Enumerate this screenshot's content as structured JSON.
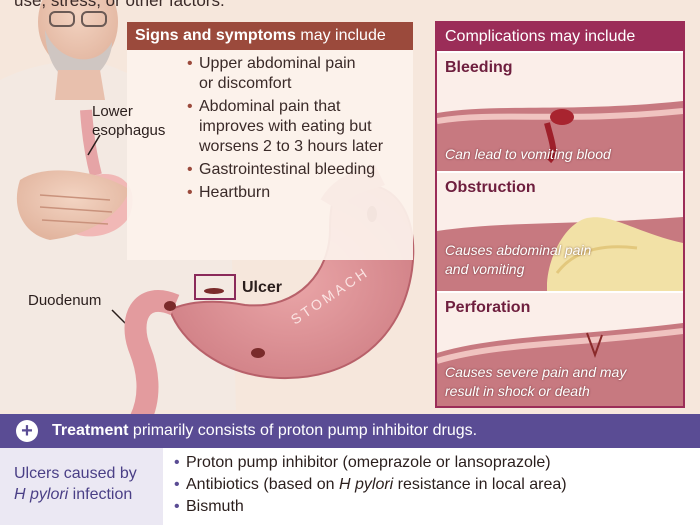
{
  "top_text": "use, stress, or other factors.",
  "signs": {
    "title_bold": "Signs and symptoms",
    "title_rest": " may include",
    "items": [
      "Upper abdominal pain or discomfort",
      "Abdominal pain that improves with eating but worsens 2 to 3 hours later",
      "Gastrointestinal bleeding",
      "Heartburn"
    ]
  },
  "labels": {
    "lower": "Lower",
    "esophagus": "esophagus",
    "duodenum": "Duodenum",
    "ulcer": "Ulcer",
    "stomach": "STOMACH"
  },
  "complications": {
    "title": "Complications may include",
    "panels": [
      {
        "title": "Bleeding",
        "caption_lines": [
          "Can lead to vomiting blood"
        ]
      },
      {
        "title": "Obstruction",
        "caption_lines": [
          "Causes abdominal pain",
          "and vomiting"
        ]
      },
      {
        "title": "Perforation",
        "caption_lines": [
          "Causes severe pain and may",
          "result in shock or death"
        ]
      }
    ]
  },
  "treatment": {
    "bold": "Treatment",
    "rest": " primarily consists of proton pump inhibitor drugs.",
    "cause_line1": "Ulcers caused by",
    "cause_italic": "H pylori",
    "cause_rest": " infection",
    "items": {
      "ppi": "Proton pump inhibitor (omeprazole or lansoprazole)",
      "antibiotics_pre": "Antibiotics (based on ",
      "antibiotics_italic": "H pylori",
      "antibiotics_post": " resistance in local area)",
      "bismuth": "Bismuth"
    }
  },
  "colors": {
    "signs_header": "#9b4a3c",
    "complications": "#9b2d58",
    "treatment": "#5a4c94",
    "background": "#f6e7dc"
  }
}
